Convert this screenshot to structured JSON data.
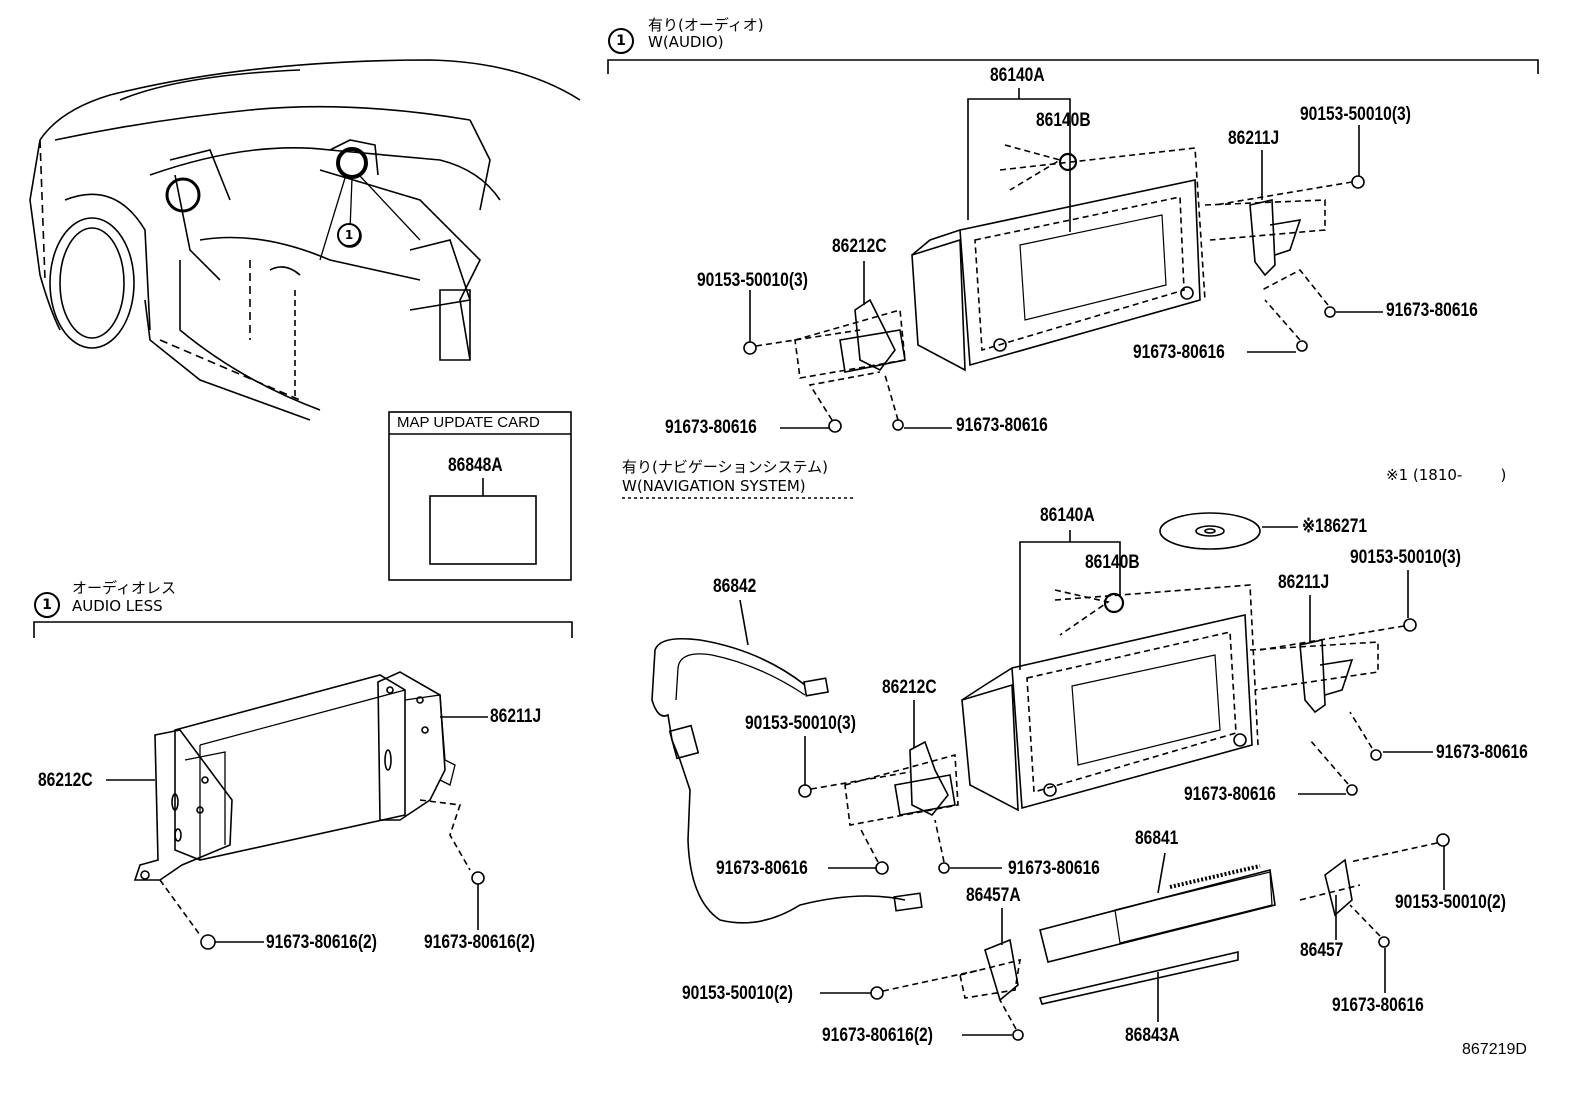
{
  "sections": {
    "w_audio": {
      "marker": "1",
      "jp": "有り(オーディオ)",
      "en": "W(AUDIO)"
    },
    "navigation": {
      "jp": "有り(ナビゲーションシステム)",
      "en": "W(NAVIGATION SYSTEM)",
      "note": "※1 (1810-        )"
    },
    "audio_less": {
      "marker": "1",
      "jp": "オーディオレス",
      "en": "AUDIO LESS"
    }
  },
  "vehicle_view": {
    "marker": "1"
  },
  "map_update_card": {
    "title": "MAP UPDATE CARD",
    "part": "86848A"
  },
  "audio_parts": {
    "p86140A": "86140A",
    "p86140B": "86140B",
    "p86211J": "86211J",
    "p86212C": "86212C",
    "bolt_top_right": "90153-50010(3)",
    "bolt_left": "90153-50010(3)",
    "screw_right": "91673-80616",
    "screw_mid": "91673-80616",
    "screw_bl": "91673-80616",
    "screw_bc": "91673-80616"
  },
  "nav_parts": {
    "p86140A": "86140A",
    "p86140B": "86140B",
    "disc": "※186271",
    "p86211J": "86211J",
    "p86212C": "86212C",
    "p86842": "86842",
    "p86841": "86841",
    "p86457A": "86457A",
    "p86457": "86457",
    "p86843A": "86843A",
    "bolt_top_right": "90153-50010(3)",
    "bolt_left": "90153-50010(3)",
    "screw_right": "91673-80616",
    "screw_mid": "91673-80616",
    "screw_bl": "91673-80616",
    "screw_bc": "91673-80616",
    "bolt_r2": "90153-50010(2)",
    "bolt_l2": "90153-50010(2)",
    "screw_br": "91673-80616",
    "screw_b2": "91673-80616(2)"
  },
  "audio_less_parts": {
    "p86211J": "86211J",
    "p86212C": "86212C",
    "screw_l": "91673-80616(2)",
    "screw_r": "91673-80616(2)"
  },
  "drawing_number": "867219D"
}
